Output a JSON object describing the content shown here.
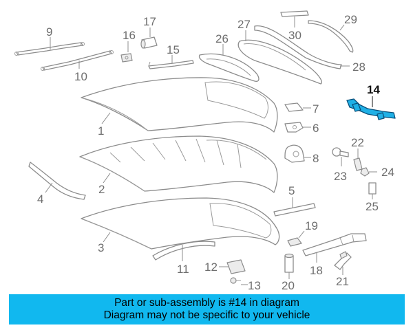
{
  "highlight_color": "#1fb0e6",
  "banner_color": "#11b8ef",
  "callouts": {
    "c1": "1",
    "c2": "2",
    "c3": "3",
    "c4": "4",
    "c5": "5",
    "c6": "6",
    "c7": "7",
    "c8": "8",
    "c9": "9",
    "c10": "10",
    "c11": "11",
    "c12": "12",
    "c13": "13",
    "c14": "14",
    "c15": "15",
    "c16": "16",
    "c17": "17",
    "c18": "18",
    "c19": "19",
    "c20": "20",
    "c21": "21",
    "c22": "22",
    "c23": "23",
    "c24": "24",
    "c25": "25",
    "c26": "26",
    "c27": "27",
    "c28": "28",
    "c29": "29",
    "c30": "30"
  },
  "banner": {
    "line1": "Part or sub-assembly is #14 in diagram",
    "line2": "Diagram may not be specific to your vehicle"
  }
}
